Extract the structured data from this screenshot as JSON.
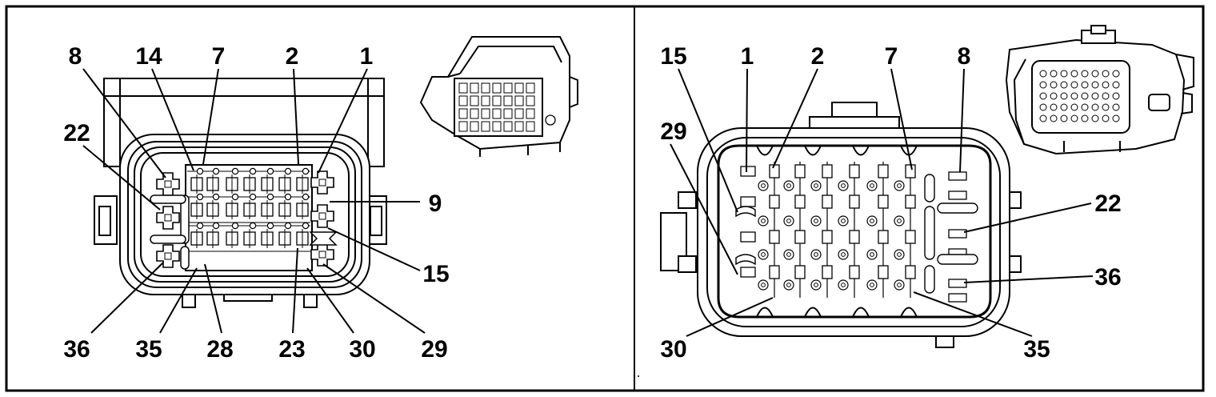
{
  "left_panel": {
    "pin_labels": {
      "p8": "8",
      "p14": "14",
      "p7": "7",
      "p2": "2",
      "p1": "1",
      "p22": "22",
      "p9": "9",
      "p15": "15",
      "p36": "36",
      "p35": "35",
      "p28": "28",
      "p23": "23",
      "p30": "30",
      "p29": "29"
    }
  },
  "right_panel": {
    "pin_labels": {
      "p15": "15",
      "p1": "1",
      "p2": "2",
      "p7": "7",
      "p8": "8",
      "p29": "29",
      "p22": "22",
      "p36": "36",
      "p30": "30",
      "p35": "35"
    }
  }
}
